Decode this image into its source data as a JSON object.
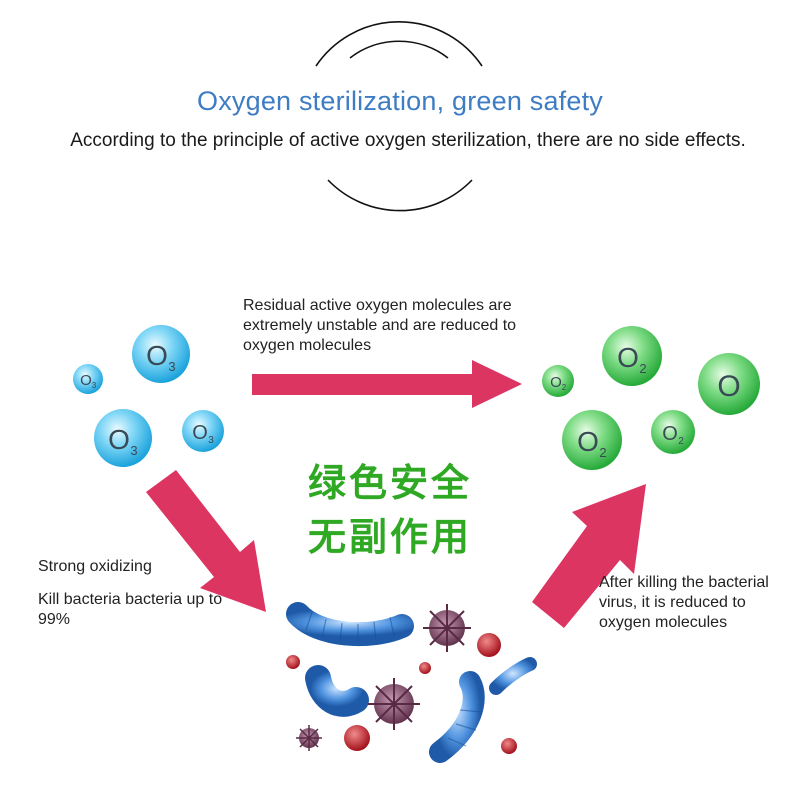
{
  "header": {
    "title": "Oxygen sterilization, green safety",
    "subtitle": "According to the principle of active oxygen sterilization, there are no side effects."
  },
  "notes": {
    "top": "Residual active oxygen molecules are extremely unstable and are reduced to oxygen molecules",
    "left_line1": "Strong oxidizing",
    "left_line2": "Kill bacteria bacteria up to 99%",
    "right": "After killing the bacterial virus, it is reduced to oxygen molecules"
  },
  "center_text": {
    "line1": "绿色安全",
    "line2": "无副作用"
  },
  "molecules": {
    "ozone_label": "O",
    "ozone_sub": "3",
    "oxygen_label": "O",
    "oxygen_sub": "2",
    "atom_label": "O"
  },
  "colors": {
    "title": "#3e7cc4",
    "ozone": "#29b6e8",
    "oxygen": "#3fc24f",
    "arrow": "#dc3562",
    "chinese_text": "#2fa823"
  }
}
